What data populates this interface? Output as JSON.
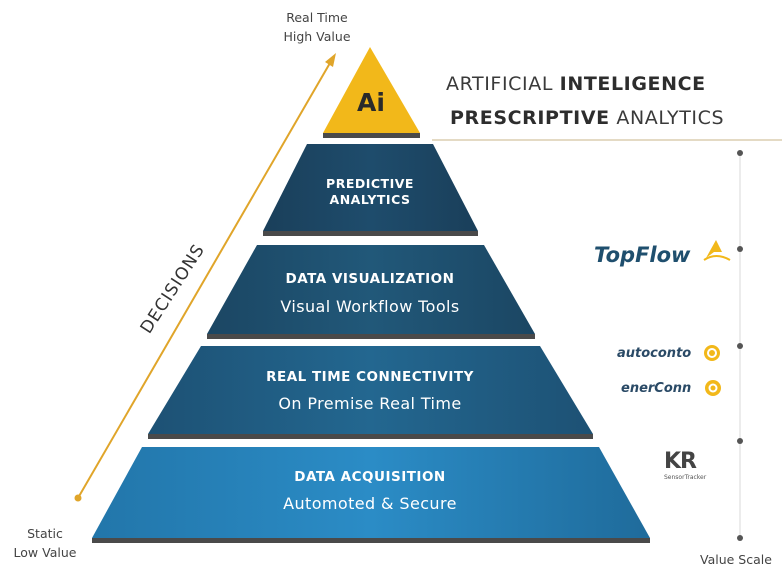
{
  "axis": {
    "top_line1": "Real Time",
    "top_line2": "High Value",
    "bottom_line1": "Static",
    "bottom_line2": "Low Value",
    "arrow_label": "DECISIONS",
    "scale_label": "Value Scale"
  },
  "apex": {
    "label": "Ai",
    "color": "#f2b81a"
  },
  "headline": {
    "line1_light": "ARTIFICIAL ",
    "line1_bold": "INTELIGENCE",
    "line2_bold": "PRESCRIPTIVE",
    "line2_light": " ANALYTICS"
  },
  "tiers": [
    {
      "title_line1": "PREDICTIVE",
      "title_line2": "ANALYTICS",
      "subtitle": ""
    },
    {
      "title_line1": "DATA VISUALIZATION",
      "title_line2": "",
      "subtitle": "Visual Workflow Tools"
    },
    {
      "title_line1": "REAL TIME CONNECTIVITY",
      "title_line2": "",
      "subtitle": "On Premise Real Time"
    },
    {
      "title_line1": "DATA ACQUISITION",
      "title_line2": "",
      "subtitle": "Automoted & Secure"
    }
  ],
  "brands": {
    "topflow": "TopFlow",
    "autoconto": "autoconto",
    "enerconn": "enerConn",
    "kr_mark": "KR",
    "kr_caption": "SensorTracker"
  },
  "colors": {
    "tier_dark": "#1c4560",
    "tier_mid": "#1f5b82",
    "tier_light": "#2a86bd",
    "arrow": "#e0a52a",
    "gold": "#f2b81a"
  }
}
